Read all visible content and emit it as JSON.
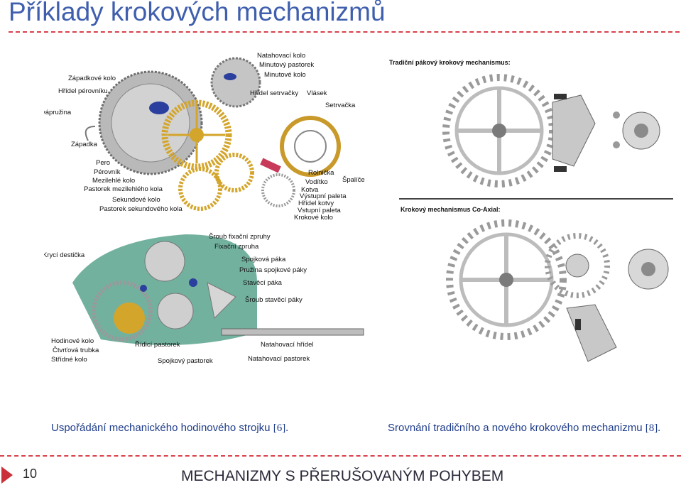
{
  "slide": {
    "title": "Příklady krokových mechanizmů",
    "page_number": "10",
    "footer": "MECHANIZMY S PŘERUŠOVANÝM POHYBEM"
  },
  "figure_left": {
    "upper_labels": [
      "Natahovací kolo",
      "Minutový pastorek",
      "Minutové kolo",
      "Západkové kolo",
      "Hřídel pérovníku",
      "Hřídel setrvačky",
      "Vlásek",
      "Setrvačka",
      "Západkovápružina",
      "Západka",
      "Pero",
      "Pérovník",
      "Mezilehlé kolo",
      "Pastorek mezilehlého kola",
      "Sekundové kolo",
      "Pastorek sekundového kola",
      "Rolnička",
      "Vodítko",
      "Špalíček",
      "Kotva",
      "Výstupní paleta",
      "Hřídel kotvy",
      "Vstupní paleta",
      "Krokové kolo"
    ],
    "lower_labels": [
      "Šroub fixační zpruhy",
      "Fixační zpruha",
      "Krycí destička",
      "Spojková páka",
      "Pružina spojkové páky",
      "Stavěcí páka",
      "Šroub stavěcí páky",
      "Hodinové kolo",
      "Čtvrťová trubka",
      "Střídné kolo",
      "Řídicí pastorek",
      "Spojkový pastorek",
      "Natahovací hřídel",
      "Natahovací pastorek"
    ]
  },
  "figure_right": {
    "top_label": "Tradiční pákový krokový mechanismus:",
    "bottom_label": "Krokový mechanismus Co-Axial:"
  },
  "captions": {
    "left_text": "Uspořádání mechanického hodinového strojku ",
    "left_ref": "[6].",
    "right_text": "Srovnání tradičního a nového krokového mechanizmu ",
    "right_ref": "[8]."
  }
}
